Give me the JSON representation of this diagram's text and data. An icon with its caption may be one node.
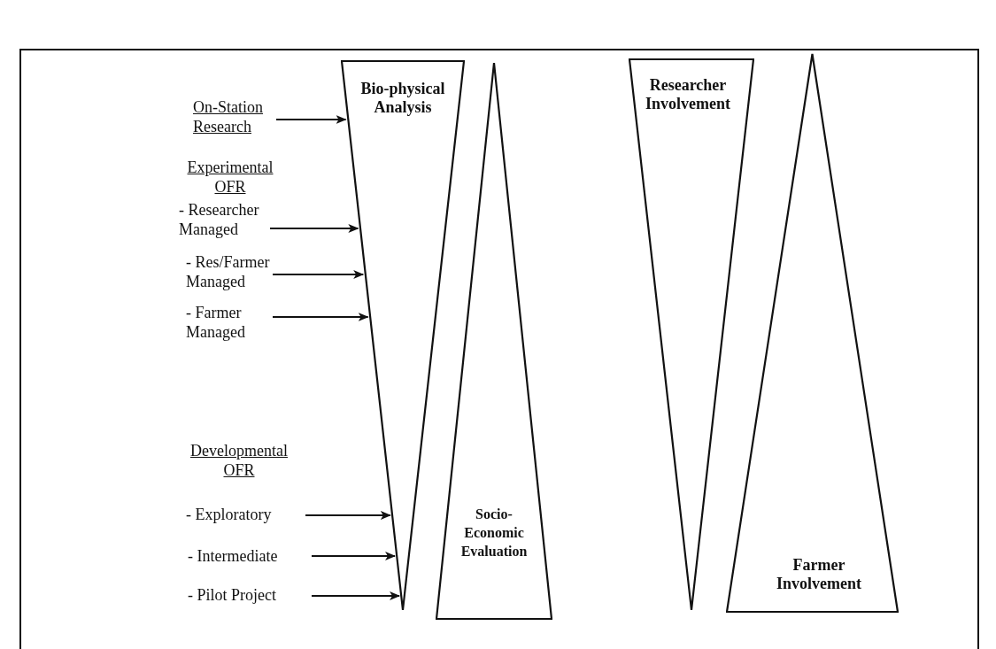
{
  "diagram": {
    "nodes": [
      {
        "text": [
          "On-Station Research"
        ]
      },
      {
        "text": [
          "Bio-physical Analysis"
        ]
      },
      {
        "text": [
          "Researcher Involvement"
        ]
      },
      {
        "text": [
          "- Researcher Managed"
        ]
      },
      {
        "text": [
          "- Res/Farmer Managed"
        ]
      },
      {
        "text": [
          "- Farmer Managed"
        ]
      },
      {
        "text": [
          "- Exploratory"
        ]
      },
      {
        "text": [
          "- Intermediate"
        ]
      },
      {
        "text": [
          "- Pilot Project"
        ]
      },
      {
        "text": [
          "Socio-Economic Evaluation"
        ]
      },
      {
        "text": [
          "Farmer Involvement"
        ]
      }
    ],
    "edges": [
      {
        "from": 0,
        "to": 1,
        "arrow": "to"
      },
      {
        "from": 3,
        "to": 1,
        "arrow": "to"
      },
      {
        "from": 4,
        "to": 1,
        "arrow": "to"
      },
      {
        "from": 5,
        "to": 1,
        "arrow": "to"
      },
      {
        "from": 6,
        "to": 1,
        "arrow": "to"
      },
      {
        "from": 7,
        "to": 1,
        "arrow": "to"
      },
      {
        "from": 8,
        "to": 1,
        "arrow": "to"
      }
    ],
    "labels": [
      "Experimental OFR",
      "Developmental OFR"
    ]
  }
}
